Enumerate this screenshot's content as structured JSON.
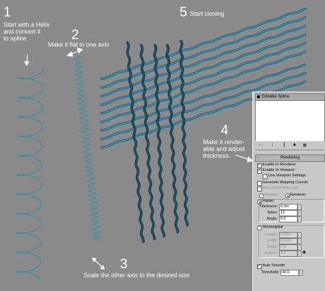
{
  "steps": [
    {
      "number": "1",
      "text": [
        "Start with a Helix",
        "and convert it",
        "to spline"
      ]
    },
    {
      "number": "2",
      "text": [
        "Make it flat  in one axis"
      ]
    },
    {
      "number": "3",
      "text": [
        "Scale the other axis to the desired size"
      ]
    },
    {
      "number": "4",
      "text": [
        "Make it render-",
        "able and adjust",
        "thickness."
      ]
    },
    {
      "number": "5",
      "text": [
        "Start cloning"
      ]
    }
  ],
  "colors": {
    "background": "#8a8a8a",
    "helix": "#2f8fa4",
    "spline_tube": "#0f3f55",
    "panel": "#c8c8c8"
  },
  "panel": {
    "title": "Editable Spline",
    "toolbar_icons": [
      "pin-icon",
      "stack-icon",
      "vertical-bar-icon",
      "make-unique-icon",
      "configure-icon"
    ],
    "section_sign": "-",
    "section": "Rendering",
    "enable_renderer": "Enable In Renderer",
    "enable_viewport": "Enable In Viewport",
    "use_viewport_settings": "Use Viewport Settings",
    "generate_mapping": "Generate Mapping Coords.",
    "real_world": "Real-World Map Size",
    "viewport": "Viewport",
    "renderer": "Renderer",
    "radial": "Radial",
    "thickness_label": "Thickness:",
    "thickness_value": "0.0m",
    "sides_label": "Sides:",
    "sides_value": "12",
    "angle_label": "Angle:",
    "angle_value": "0.0",
    "rectangular": "Rectangular",
    "length_label": "Length:",
    "length_value": "0.06m",
    "width_label": "Width:",
    "width_value": "0.02m",
    "rect_angle_label": "Angle:",
    "rect_angle_value": "0.0",
    "aspect_label": "Aspect:",
    "aspect_value": "3.0",
    "auto_smooth": "Auto Smooth",
    "threshold_label": "Threshold:",
    "threshold_value": "40.0"
  }
}
